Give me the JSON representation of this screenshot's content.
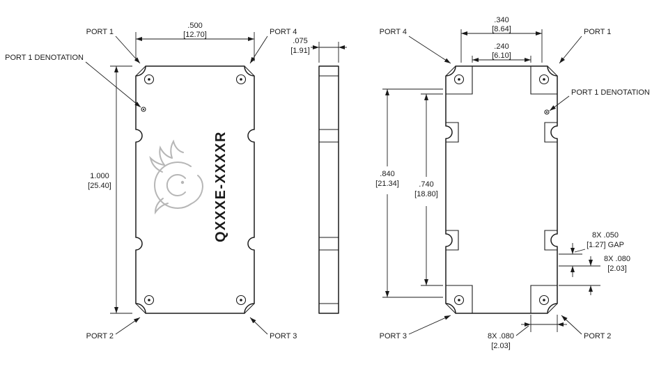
{
  "colors": {
    "line": "#1a1a1a",
    "logo": "#b6b6b6"
  },
  "top_view": {
    "port1": "PORT 1",
    "port2": "PORT 2",
    "port3": "PORT 3",
    "port4": "PORT 4",
    "port1_denotation": "PORT 1 DENOTATION",
    "marking": "QXXXE-XXXXR",
    "dim_width_in": ".500",
    "dim_width_mm": "[12.70]",
    "dim_height_in": "1.000",
    "dim_height_mm": "[25.40]"
  },
  "side_view": {
    "dim_thickness_in": ".075",
    "dim_thickness_mm": "[1.91]"
  },
  "bottom_view": {
    "port1": "PORT 1",
    "port2": "PORT 2",
    "port3": "PORT 3",
    "port4": "PORT 4",
    "port1_denotation": "PORT 1 DENOTATION",
    "dim_outer_width_in": ".340",
    "dim_outer_width_mm": "[8.64]",
    "dim_inner_width_in": ".240",
    "dim_inner_width_mm": "[6.10]",
    "dim_outer_height_in": ".840",
    "dim_outer_height_mm": "[21.34]",
    "dim_inner_height_in": ".740",
    "dim_inner_height_mm": "[18.80]",
    "dim_gap_line1": "8X .050",
    "dim_gap_line2": "[1.27] GAP",
    "dim_pad_side_line1": "8X .080",
    "dim_pad_side_line2": "[2.03]",
    "dim_pad_bottom_line1": "8X .080",
    "dim_pad_bottom_line2": "[2.03]"
  }
}
